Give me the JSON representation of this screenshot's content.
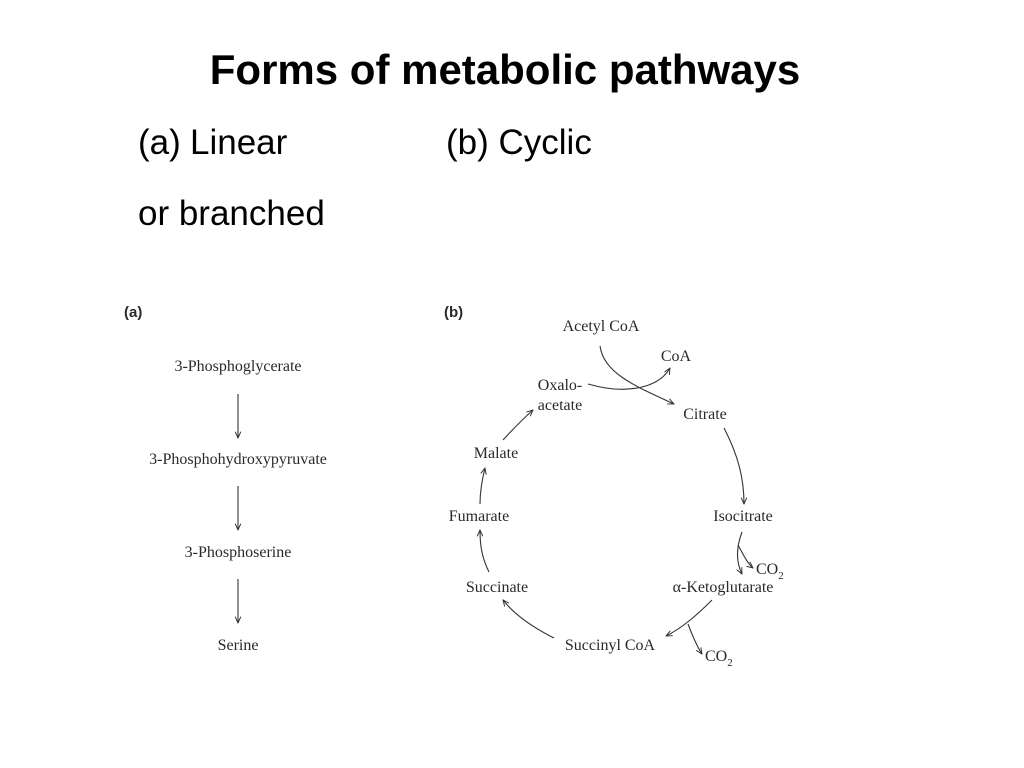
{
  "slide": {
    "title": "Forms of metabolic pathways",
    "subheadings": {
      "a_marker": "(a)",
      "a_text": "Linear",
      "a_continuation": "or branched",
      "b_text": "(b) Cyclic"
    }
  },
  "figure": {
    "panel_a": {
      "label": "(a)",
      "steps": [
        "3-Phosphoglycerate",
        "3-Phosphohydroxypyruvate",
        "3-Phosphoserine",
        "Serine"
      ]
    },
    "panel_b": {
      "label": "(b)",
      "input": "Acetyl CoA",
      "released": "CoA",
      "cycle": {
        "oxaloacetate": [
          "Oxalo-",
          "acetate"
        ],
        "citrate": "Citrate",
        "isocitrate": "Isocitrate",
        "ketoglutarate": "α-Ketoglutarate",
        "succinyl_coa": "Succinyl CoA",
        "succinate": "Succinate",
        "fumarate": "Fumarate",
        "malate": "Malate"
      },
      "co2_main": "CO",
      "co2_subscript": "2"
    }
  }
}
